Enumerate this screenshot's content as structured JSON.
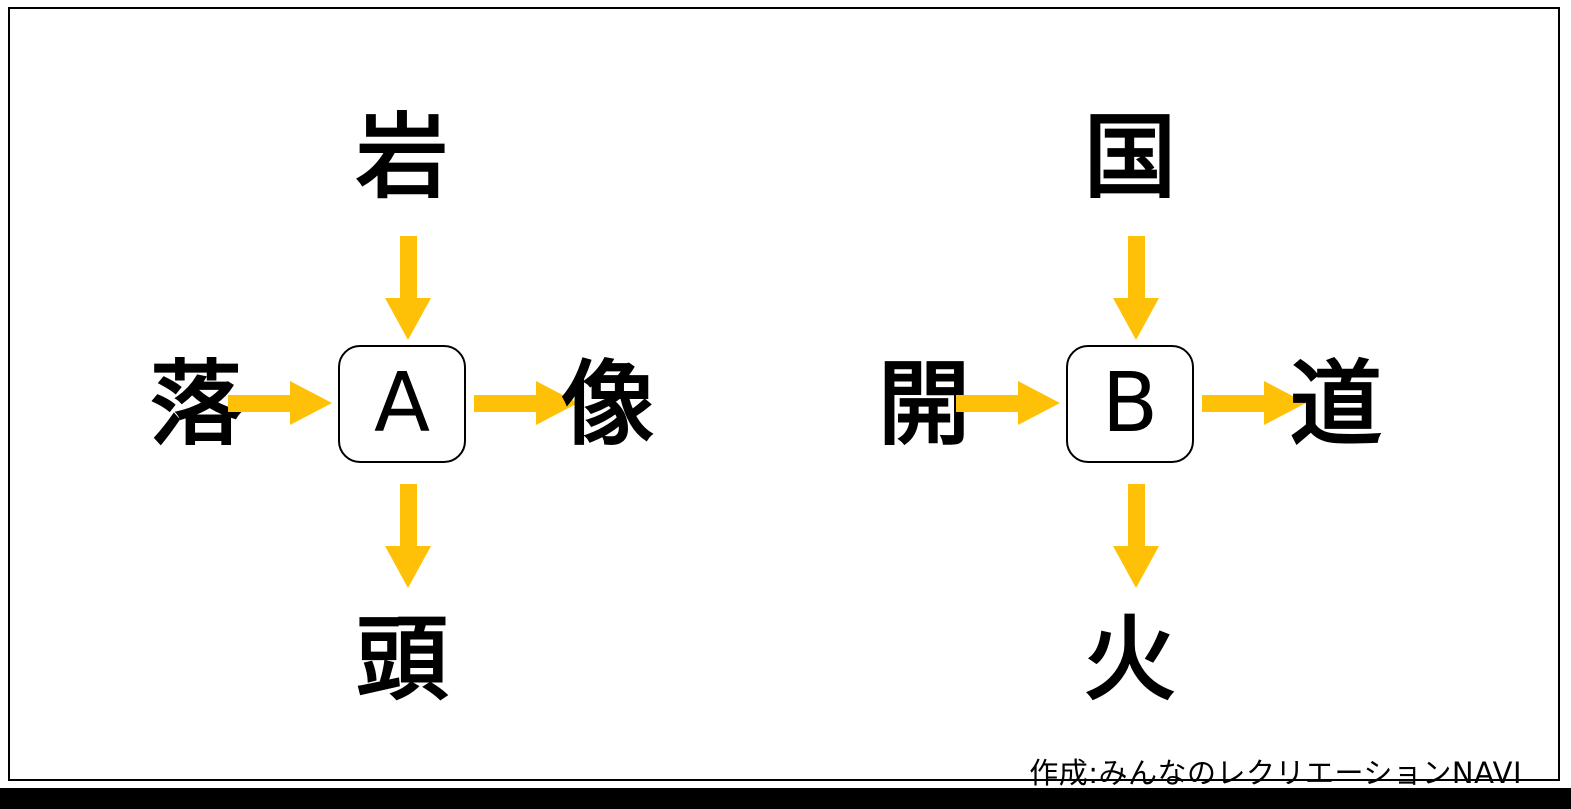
{
  "slide": {
    "background_color": "#FFFFFF",
    "border_color": "#000000",
    "bottom_bar_color": "#000000",
    "accent_color": "#FFC107"
  },
  "puzzle_groups": [
    {
      "id": "A",
      "center_label": "A",
      "top": {
        "kanji": "岩",
        "arrow": "arrow-down",
        "direction": "into-box"
      },
      "left": {
        "kanji": "落",
        "arrow": "arrow-right",
        "direction": "into-box"
      },
      "right": {
        "kanji": "像",
        "arrow": "arrow-right",
        "direction": "out-of-box"
      },
      "bottom": {
        "kanji": "頭",
        "arrow": "arrow-down",
        "direction": "out-of-box"
      }
    },
    {
      "id": "B",
      "center_label": "B",
      "top": {
        "kanji": "国",
        "arrow": "arrow-down",
        "direction": "into-box"
      },
      "left": {
        "kanji": "開",
        "arrow": "arrow-right",
        "direction": "into-box"
      },
      "right": {
        "kanji": "道",
        "arrow": "arrow-right",
        "direction": "out-of-box"
      },
      "bottom": {
        "kanji": "火",
        "arrow": "arrow-down",
        "direction": "out-of-box"
      }
    }
  ],
  "credit": {
    "text": "作成:みんなのレクリエーションNAVI"
  }
}
